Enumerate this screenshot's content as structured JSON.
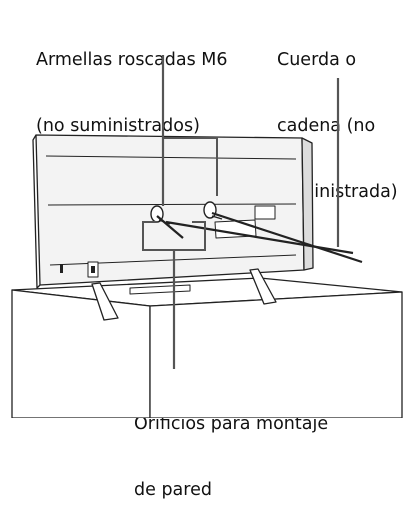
{
  "labels": {
    "eyebolts": {
      "line1": "Armellas roscadas M6",
      "line2": "(no suministrados)"
    },
    "cord": {
      "line1": "Cuerda o",
      "line2": "cadena (no",
      "line3": "suministrada)"
    },
    "holes": {
      "line1": "Orificios para montaje",
      "line2": "de pared"
    }
  }
}
